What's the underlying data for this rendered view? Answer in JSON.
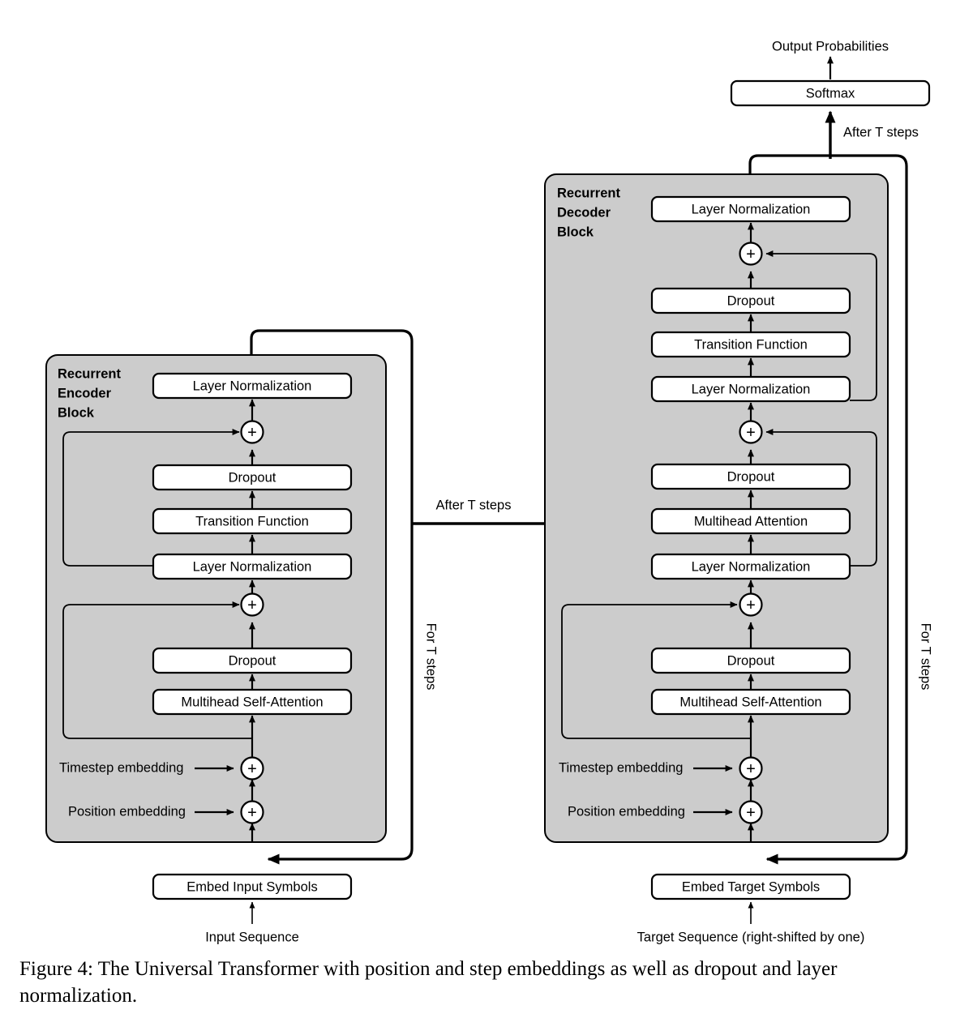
{
  "figure": {
    "caption": "Figure 4: The Universal Transformer with position and step embeddings as well as dropout and layer normalization.",
    "colors": {
      "block_fill": "#CCCCCC",
      "box_fill": "#FFFFFF",
      "stroke": "#000000"
    }
  },
  "top": {
    "output_probabilities": "Output Probabilities",
    "softmax": "Softmax",
    "after_t_steps": "After T steps"
  },
  "encoder": {
    "title_line1": "Recurrent",
    "title_line2": "Encoder",
    "title_line3": "Block",
    "loop_label": "For T steps",
    "boxes": {
      "layer_norm_top": "Layer Normalization",
      "dropout_top": "Dropout",
      "transition_function": "Transition Function",
      "layer_norm_mid": "Layer Normalization",
      "dropout_bottom": "Dropout",
      "multihead_self_attention": "Multihead Self-Attention"
    },
    "timestep_embedding": "Timestep embedding",
    "position_embedding": "Position embedding",
    "embed_symbols": "Embed Input Symbols",
    "sequence_label": "Input Sequence",
    "plus_glyph": "+"
  },
  "bridge": {
    "after_t_steps": "After T steps"
  },
  "decoder": {
    "title_line1": "Recurrent",
    "title_line2": "Decoder",
    "title_line3": "Block",
    "loop_label": "For T steps",
    "boxes": {
      "layer_norm_top": "Layer Normalization",
      "dropout_top": "Dropout",
      "transition_function": "Transition Function",
      "layer_norm_upper_mid": "Layer Normalization",
      "dropout_mid": "Dropout",
      "multihead_attention": "Multihead Attention",
      "layer_norm_lower_mid": "Layer Normalization",
      "dropout_bottom": "Dropout",
      "multihead_self_attention": "Multihead Self-Attention"
    },
    "timestep_embedding": "Timestep embedding",
    "position_embedding": "Position embedding",
    "embed_symbols": "Embed Target Symbols",
    "sequence_label": "Target Sequence (right-shifted by one)",
    "plus_glyph": "+"
  }
}
